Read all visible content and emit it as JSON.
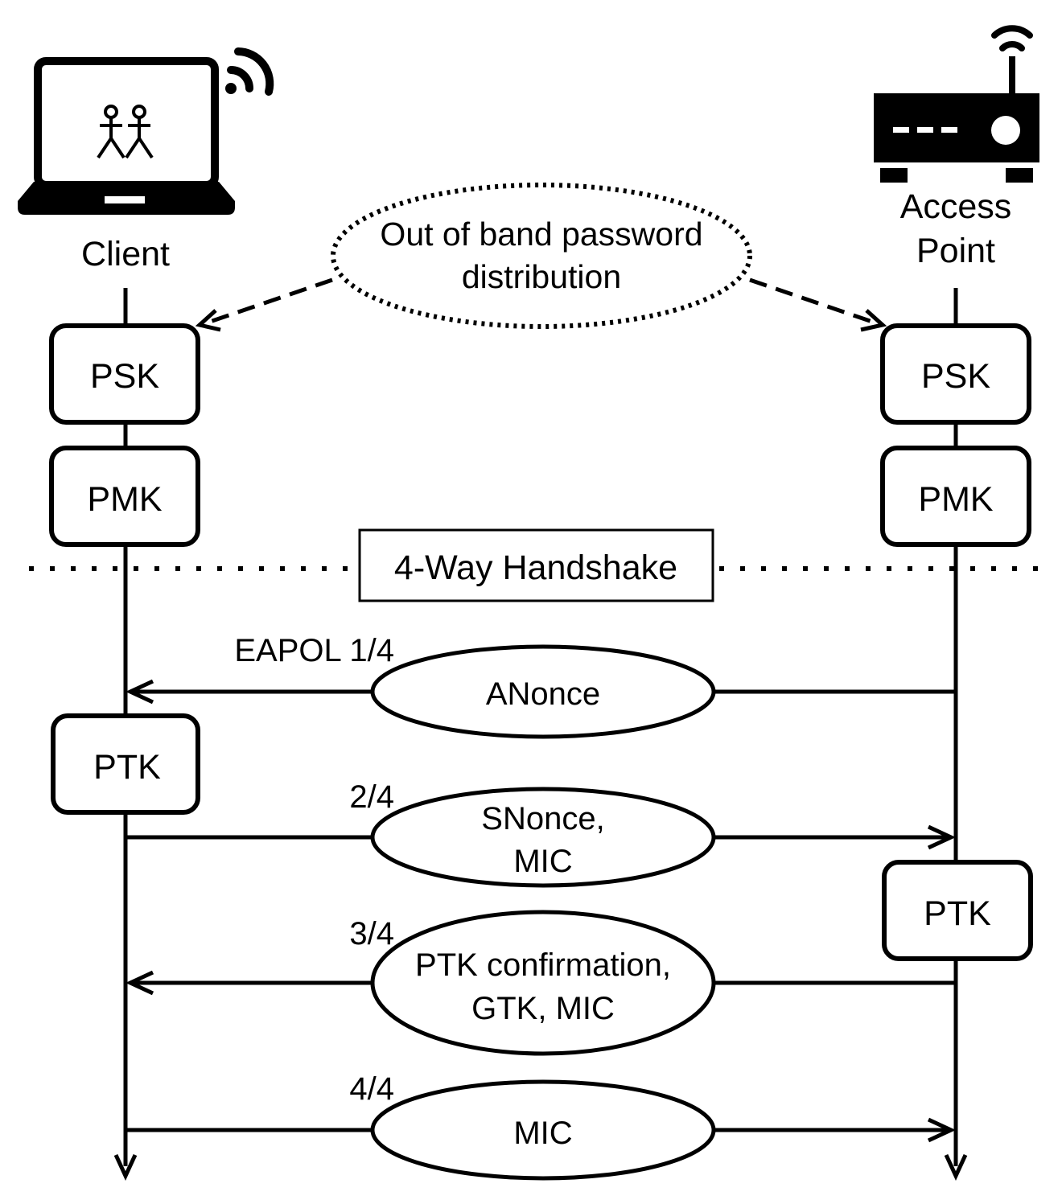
{
  "actors": {
    "client": {
      "label": "Client",
      "icon": "laptop-icon"
    },
    "access_point": {
      "label_line1": "Access",
      "label_line2": "Point",
      "icon": "router-icon"
    }
  },
  "oob": {
    "line1": "Out of band password",
    "line2": "distribution"
  },
  "keys": {
    "client_psk": "PSK",
    "client_pmk": "PMK",
    "ap_psk": "PSK",
    "ap_pmk": "PMK",
    "client_ptk": "PTK",
    "ap_ptk": "PTK"
  },
  "handshake_title": "4-Way Handshake",
  "messages": [
    {
      "step": "EAPOL 1/4",
      "lines": [
        "ANonce"
      ],
      "direction": "ap-to-client"
    },
    {
      "step": "2/4",
      "lines": [
        "SNonce,",
        "MIC"
      ],
      "direction": "client-to-ap"
    },
    {
      "step": "3/4",
      "lines": [
        "PTK confirmation,",
        "GTK, MIC"
      ],
      "direction": "ap-to-client"
    },
    {
      "step": "4/4",
      "lines": [
        "MIC"
      ],
      "direction": "client-to-ap"
    }
  ],
  "colors": {
    "ink": "#000000",
    "background": "#ffffff"
  }
}
